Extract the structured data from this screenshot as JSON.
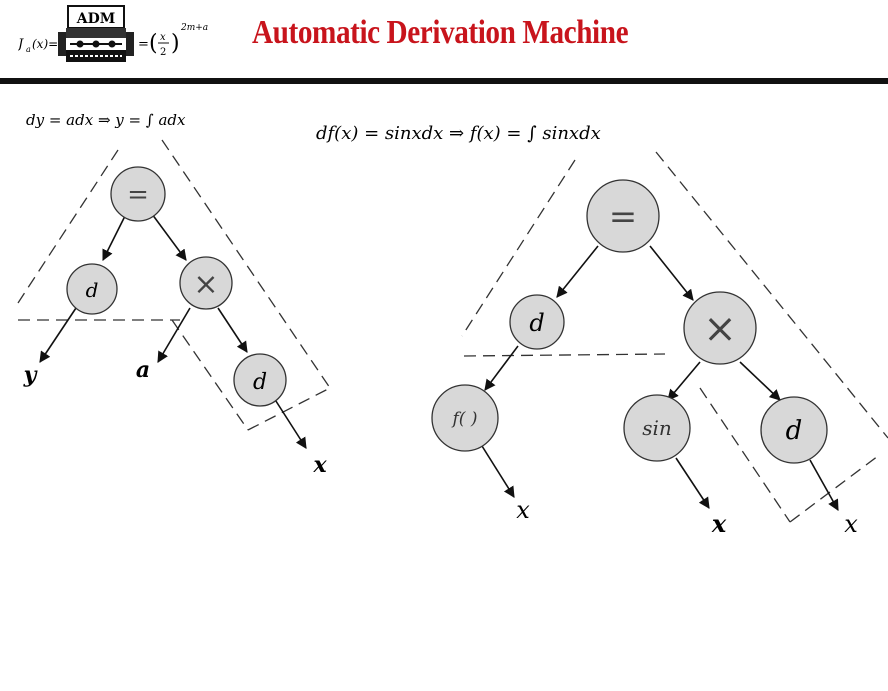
{
  "header": {
    "logo": {
      "badge": "ADM",
      "formula_left": "J",
      "formula_sub": "a",
      "formula_arg": "(x)=",
      "formula_eq": "=",
      "formula_frac_num": "x",
      "formula_frac_den": "2",
      "formula_exp": "2m+a"
    },
    "title": "Automatic Derivation Machine"
  },
  "left_tree": {
    "equation": "dy = adx ⇒ y = ∫ adx",
    "root": "=",
    "d_node": "d",
    "times_node": "×",
    "d2_node": "d",
    "leaf_y": "y",
    "leaf_a": "a",
    "leaf_x": "x"
  },
  "right_tree": {
    "equation": "df(x) = sinxdx ⇒ f(x) = ∫ sinxdx",
    "root": "=",
    "d_node": "d",
    "times_node": "×",
    "f_node": "f( )",
    "sin_node": "sin",
    "d2_node": "d",
    "leaf_x1": "x",
    "leaf_x2": "x",
    "leaf_x3": "x"
  }
}
